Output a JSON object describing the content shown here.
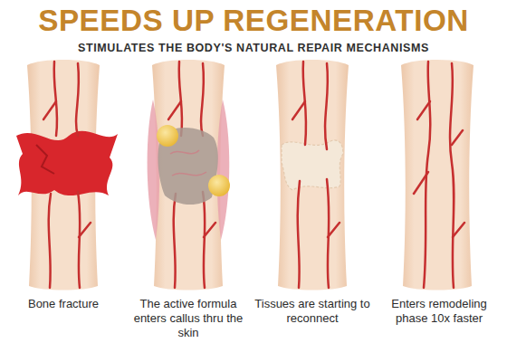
{
  "diagram": {
    "title": "SPEEDS UP REGENERATION",
    "labels": [
      "STIMULATES THE BODY'S NATURAL REPAIR MECHANISMS",
      "Bone fracture",
      "The active formula enters callus thru the skin",
      "Tissues are starting to reconnect",
      "Enters remodeling phase 10x faster"
    ]
  }
}
